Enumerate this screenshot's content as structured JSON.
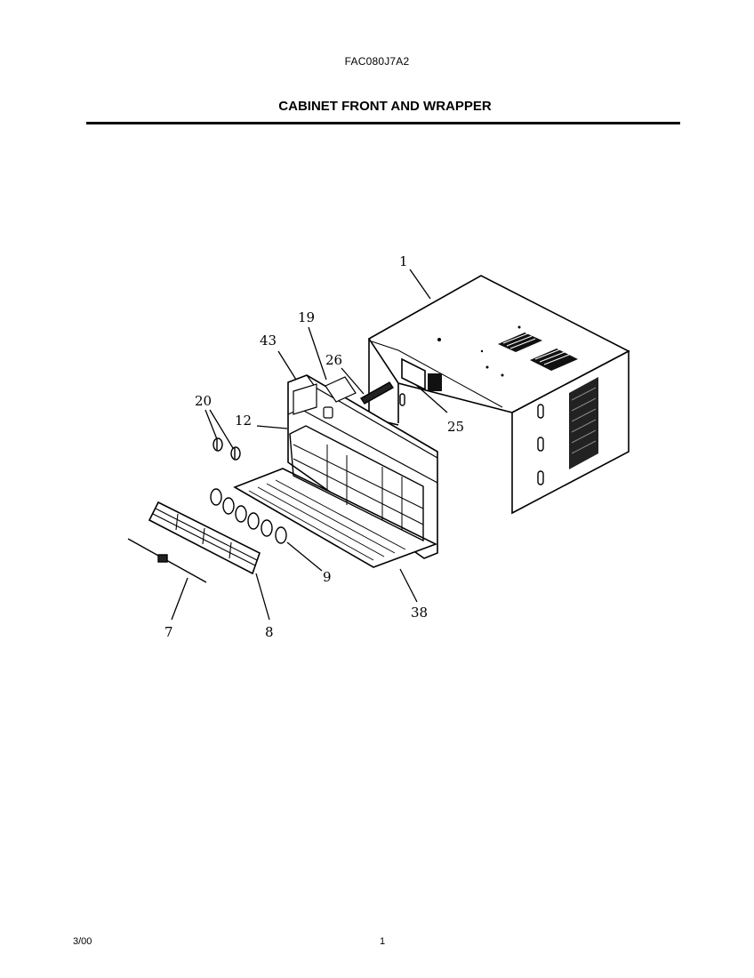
{
  "header": {
    "model_number": "FAC080J7A2",
    "section_title": "CABINET FRONT AND WRAPPER"
  },
  "callouts": [
    "1",
    "19",
    "43",
    "26",
    "20",
    "12",
    "25",
    "9",
    "38",
    "7",
    "8"
  ],
  "footer": {
    "date": "3/00",
    "page": "1"
  }
}
